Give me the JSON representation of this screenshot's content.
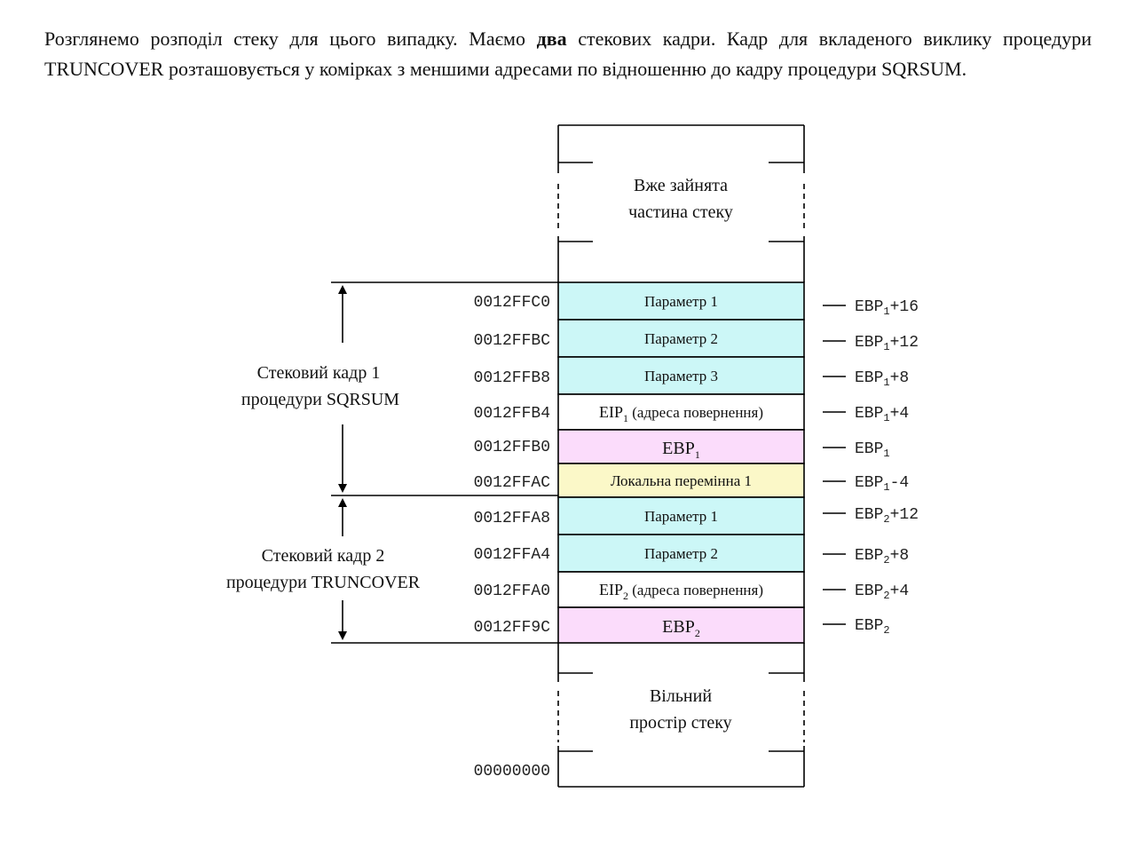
{
  "intro": {
    "part1": "Розглянемо розподіл стеку для цього  випадку. Маємо ",
    "bold": "два",
    "part2": " стекових кадри. Кадр для вкладеного виклику процедури TRUNCOVER розташовується у комірках з меншими адресами по відношенню до кадру процедури SQRSUM."
  },
  "colors": {
    "parameter": "#ccf7f7",
    "return_address": "#ffffff",
    "ebp": "#fbdcfb",
    "local": "#fbf8c8"
  },
  "occupied_area": {
    "line1": "Вже зайнята",
    "line2": "частина стеку"
  },
  "free_area": {
    "line1": "Вільний",
    "line2": "простір стеку"
  },
  "bottom_address": "00000000",
  "frames": [
    {
      "line1": "Стековий кадр 1",
      "line2": "процедури SQRSUM"
    },
    {
      "line1": "Стековий кадр 2",
      "line2": "процедури TRUNCOVER"
    }
  ],
  "cells": [
    {
      "address": "0012FFC0",
      "kind": "parameter",
      "label": "Параметр 1",
      "offset": {
        "base": "EBP",
        "sub": "1",
        "suffix": "+16"
      }
    },
    {
      "address": "0012FFBC",
      "kind": "parameter",
      "label": "Параметр 2",
      "offset": {
        "base": "EBP",
        "sub": "1",
        "suffix": "+12"
      }
    },
    {
      "address": "0012FFB8",
      "kind": "parameter",
      "label": "Параметр 3",
      "offset": {
        "base": "EBP",
        "sub": "1",
        "suffix": "+8"
      }
    },
    {
      "address": "0012FFB4",
      "kind": "return_address",
      "label": "EIP",
      "label_sub": "1",
      "label_suffix": " (адреса повернення)",
      "offset": {
        "base": "EBP",
        "sub": "1",
        "suffix": "+4"
      }
    },
    {
      "address": "0012FFB0",
      "kind": "ebp",
      "label": "EBP",
      "label_sub": "1",
      "label_suffix": "",
      "offset": {
        "base": "EBP",
        "sub": "1",
        "suffix": ""
      }
    },
    {
      "address": "0012FFAC",
      "kind": "local",
      "label": "Локальна перемінна 1",
      "offset": {
        "base": "EBP",
        "sub": "1",
        "suffix": "-4"
      }
    },
    {
      "address": "0012FFA8",
      "kind": "parameter",
      "label": "Параметр 1",
      "offset": {
        "base": "EBP",
        "sub": "2",
        "suffix": "+12"
      }
    },
    {
      "address": "0012FFA4",
      "kind": "parameter",
      "label": "Параметр 2",
      "offset": {
        "base": "EBP",
        "sub": "2",
        "suffix": "+8"
      }
    },
    {
      "address": "0012FFA0",
      "kind": "return_address",
      "label": "EIP",
      "label_sub": "2",
      "label_suffix": " (адреса повернення)",
      "offset": {
        "base": "EBP",
        "sub": "2",
        "suffix": "+4"
      }
    },
    {
      "address": "0012FF9C",
      "kind": "ebp",
      "label": "EBP",
      "label_sub": "2",
      "label_suffix": "",
      "offset": {
        "base": "EBP",
        "sub": "2",
        "suffix": ""
      }
    }
  ]
}
